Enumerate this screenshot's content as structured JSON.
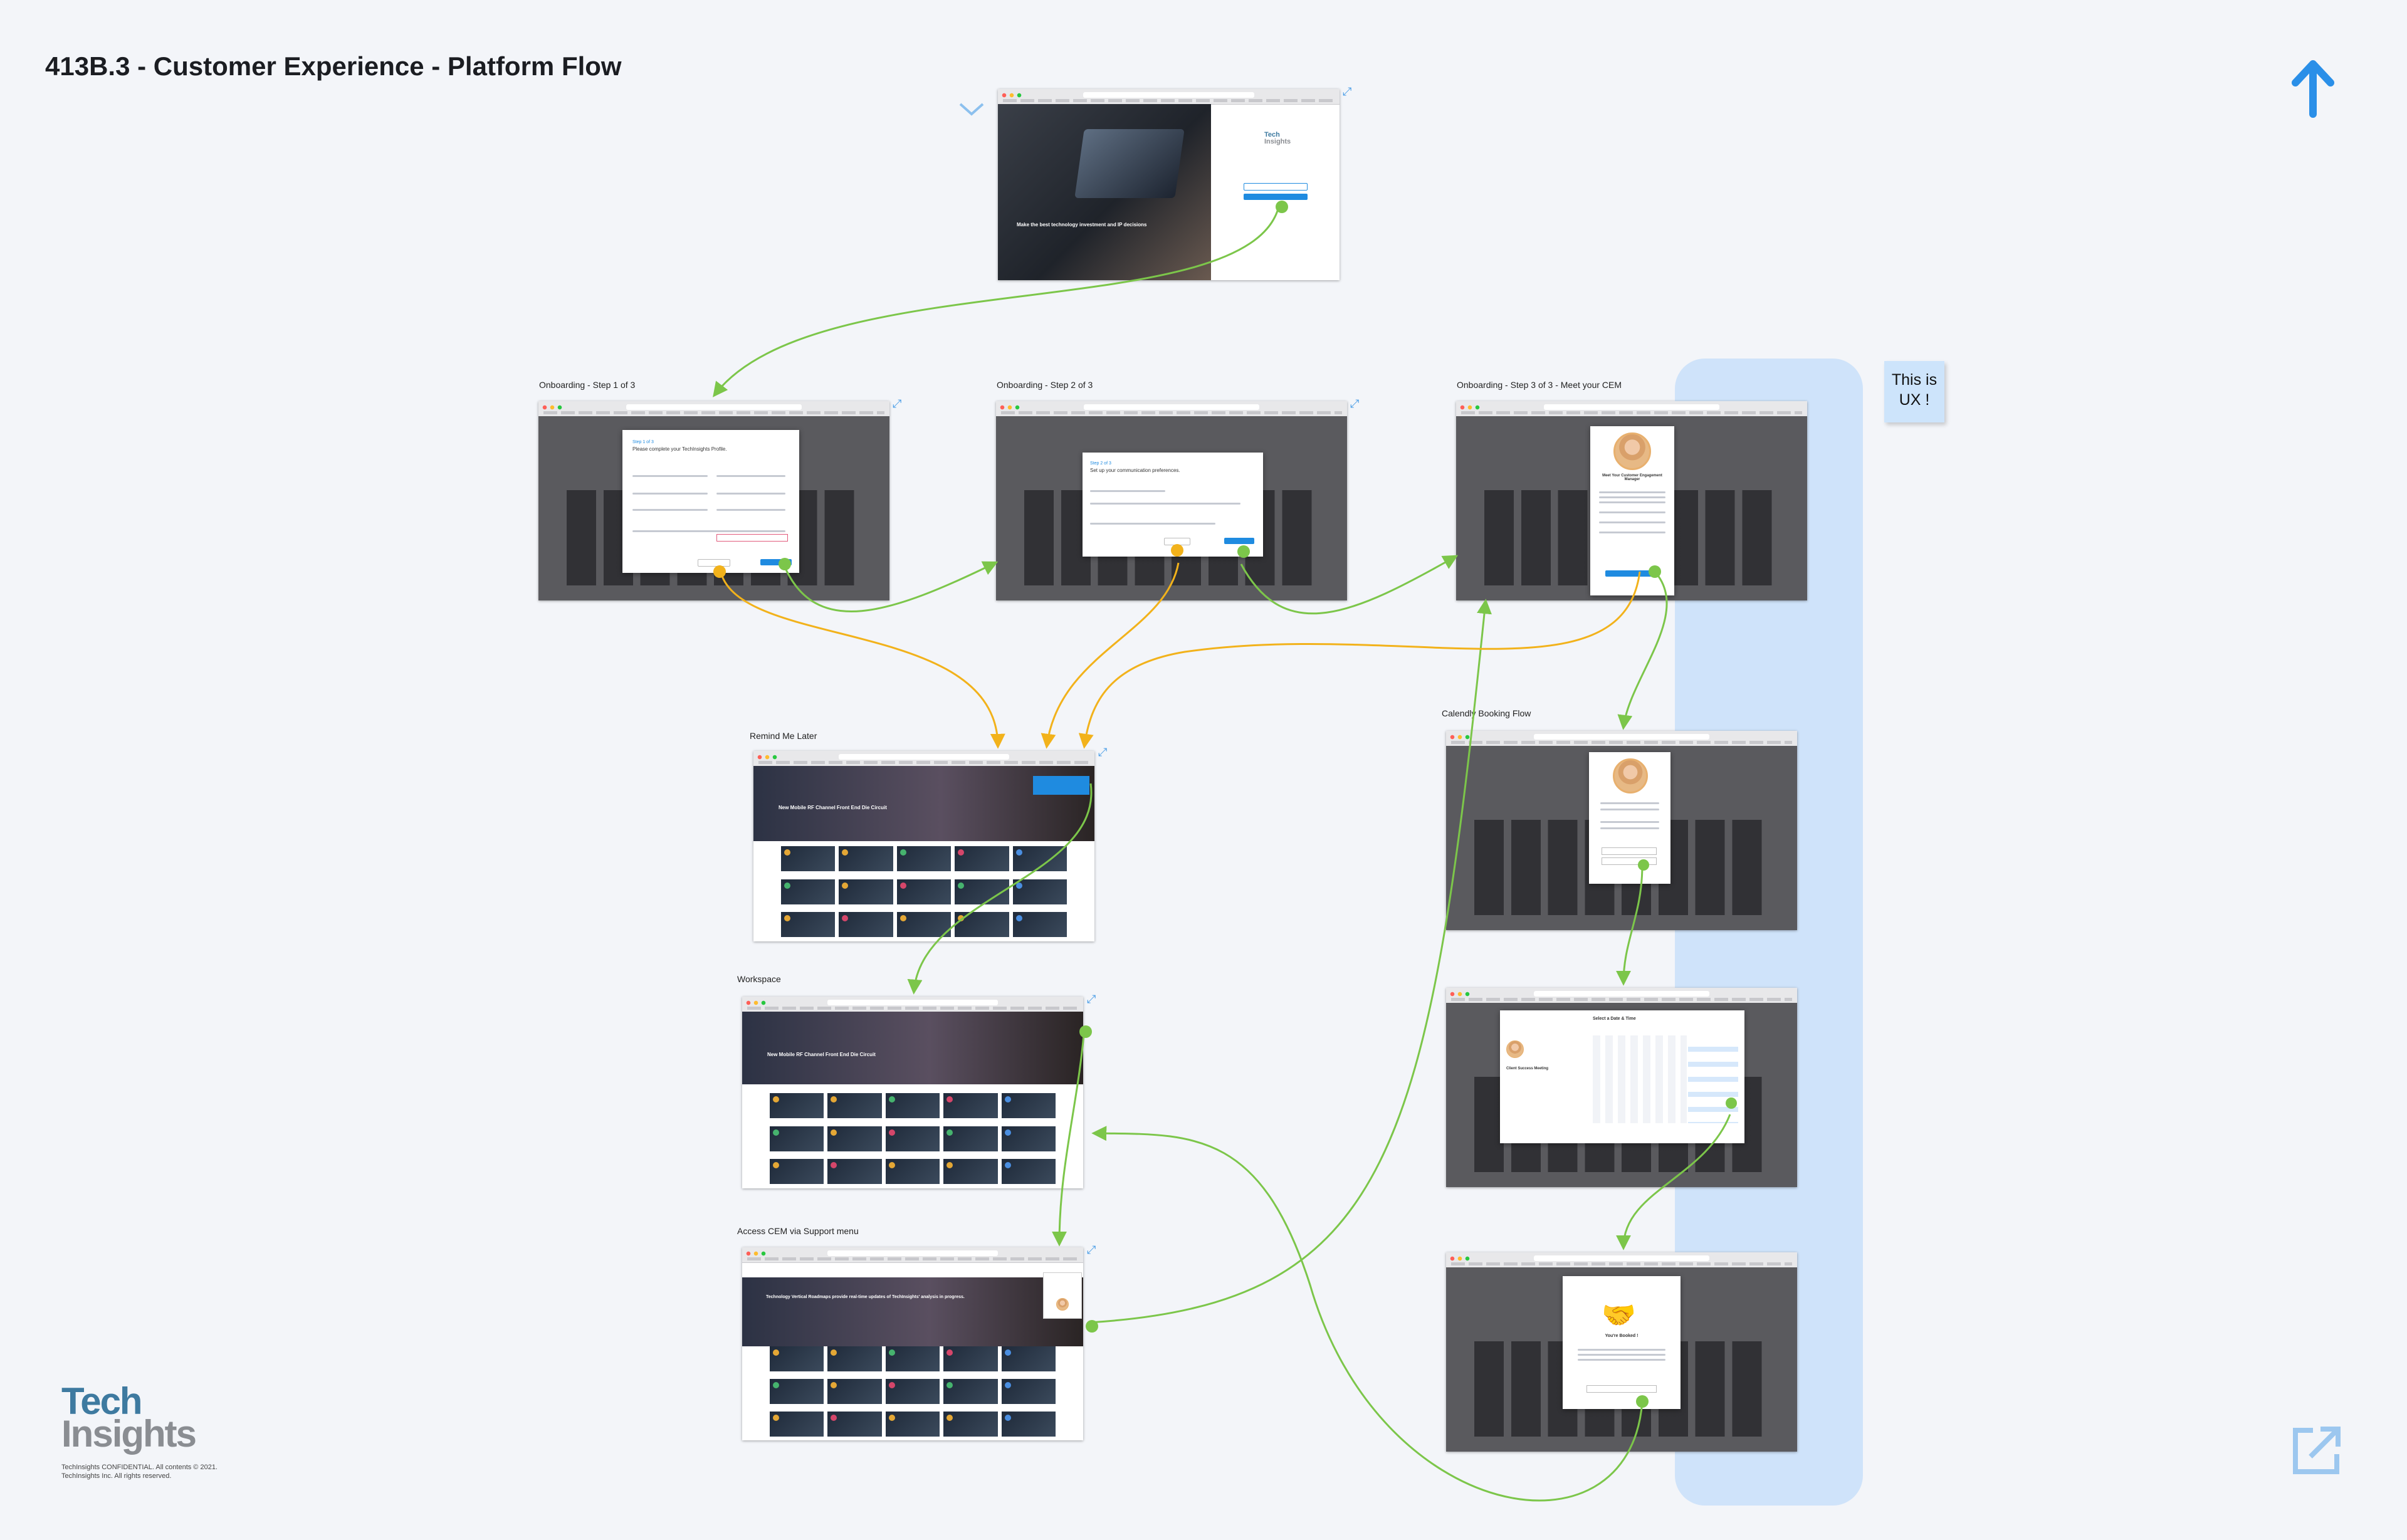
{
  "page_title": "413B.3 - Customer Experience - Platform Flow",
  "sticky_note": [
    "This is",
    "UX !"
  ],
  "colors": {
    "background": "#f3f5f9",
    "highlight_band": "#cfe3fa",
    "connector_green": "#7cc64a",
    "connector_yellow": "#f2b21b",
    "accent_blue": "#1f8be0"
  },
  "frames": {
    "login": {
      "headline": "Make the best technology investment and IP decisions",
      "logo_line1": "Tech",
      "logo_line2": "Insights"
    },
    "onboarding_1": {
      "label": "Onboarding - Step 1 of 3",
      "step": "Step 1 of 3",
      "heading": "Please complete your TechInsights Profile."
    },
    "onboarding_2": {
      "label": "Onboarding - Step 2 of 3",
      "step": "Step 2 of 3",
      "heading": "Set up your communication preferences."
    },
    "onboarding_3": {
      "label": "Onboarding - Step 3 of 3 - Meet your CEM",
      "heading": "Meet Your Customer Engagement Manager"
    },
    "remind_later": {
      "label": "Remind Me Later",
      "hero": "New Mobile RF Channel Front End Die Circuit"
    },
    "workspace": {
      "label": "Workspace",
      "hero": "New Mobile RF Channel Front End Die Circuit"
    },
    "access_cem": {
      "label": "Access CEM via Support menu",
      "hero": "Technology Vertical Roadmaps provide real-time updates of TechInsights' analysis in progress."
    },
    "calendly_1": {
      "label": "Calendly Booking Flow"
    },
    "calendly_2": {
      "heading": "Select a Date & Time",
      "event": "Client Success Meeting"
    },
    "calendly_3": {
      "heading": "You're Booked !"
    }
  },
  "footer": {
    "logo_line1": "Tech",
    "logo_line2": "Insights",
    "confidential_1": "TechInsights CONFIDENTIAL. All contents © 2021.",
    "confidential_2": "TechInsights Inc. All rights reserved."
  }
}
